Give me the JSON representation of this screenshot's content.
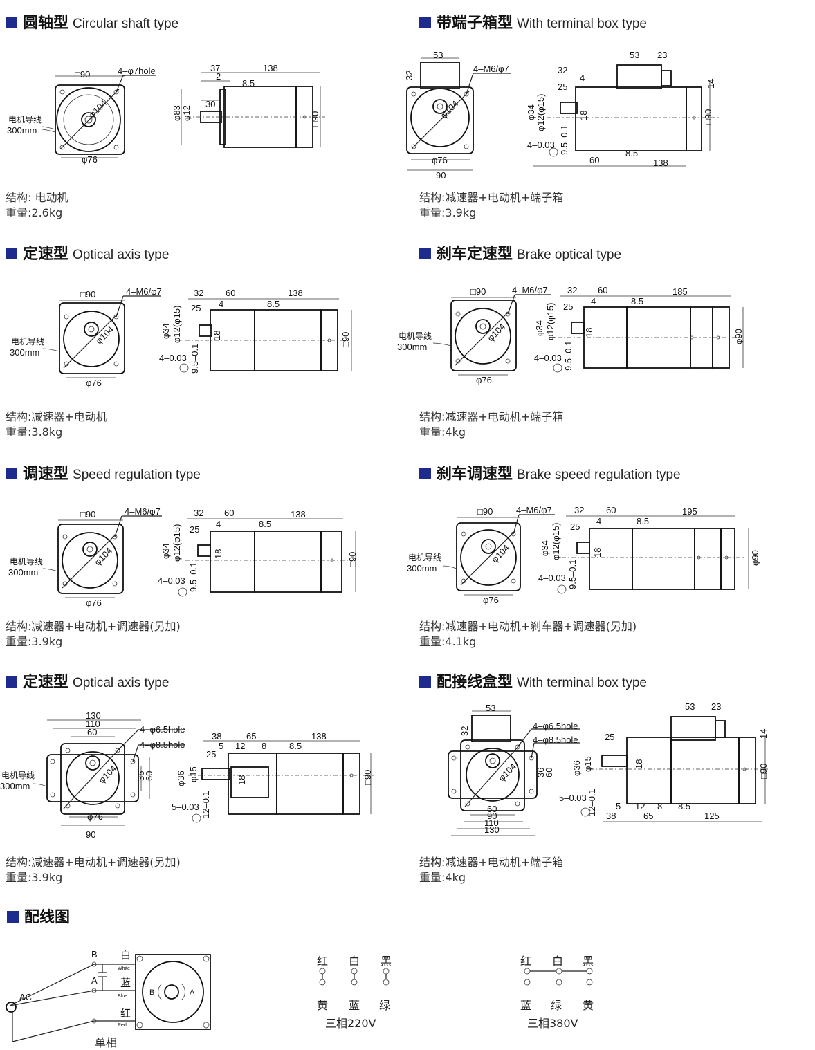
{
  "sections": [
    {
      "zh": "圆轴型",
      "en": "Circular shaft type",
      "structure": "结构: 电动机",
      "weight": "重量:2.6kg"
    },
    {
      "zh": "带端子箱型",
      "en": "With terminal box type",
      "structure": "结构:减速器+电动机+端子箱",
      "weight": "重量:3.9kg"
    },
    {
      "zh": "定速型",
      "en": "Optical axis type",
      "structure": "结构:减速器+电动机",
      "weight": "重量:3.8kg"
    },
    {
      "zh": "刹车定速型",
      "en": "Brake optical type",
      "structure": "结构:减速器+电动机+端子箱",
      "weight": "重量:4kg"
    },
    {
      "zh": "调速型",
      "en": "Speed regulation type",
      "structure": "结构:减速器+电动机+调速器(另加)",
      "weight": "重量:3.9kg"
    },
    {
      "zh": "刹车调速型",
      "en": "Brake speed regulation type",
      "structure": "结构:减速器+电动机+刹车器+调速器(另加)",
      "weight": "重量:4.1kg"
    },
    {
      "zh": "定速型",
      "en": "Optical axis type",
      "structure": "结构:减速器+电动机+调速器(另加)",
      "weight": "重量:3.9kg"
    },
    {
      "zh": "配接线盒型",
      "en": "With terminal box type",
      "structure": "结构:减速器+电动机+端子箱",
      "weight": "重量:4kg"
    }
  ],
  "drawings": {
    "d1": {
      "sq": "□90",
      "hole": "4–φ7hole",
      "dia": "φ104",
      "bottom": "φ76",
      "lead1": "电机导线",
      "lead2": "300mm",
      "side": [
        "37",
        "138",
        "2",
        "8.5",
        "30",
        "φ83",
        "φ12",
        "□90"
      ]
    },
    "d2": {
      "top": "53",
      "hole": "4–M6/φ7",
      "h": "32",
      "dia": "φ104",
      "bottom": "φ76",
      "width": "90",
      "side": [
        "53",
        "23",
        "32",
        "25",
        "4",
        "14",
        "φ34",
        "φ12(φ15)",
        "18",
        "4–0.03",
        "9.5–0.1",
        "60",
        "8.5",
        "138",
        "□90"
      ]
    },
    "d3": {
      "sq": "□90",
      "hole": "4–M6/φ7",
      "dia": "φ104",
      "bottom": "φ76",
      "lead1": "电机导线",
      "lead2": "300mm",
      "side": [
        "32",
        "60",
        "138",
        "25",
        "4",
        "8.5",
        "φ34",
        "φ12(φ15)",
        "18",
        "4–0.03",
        "9.5–0.1",
        "□90"
      ]
    },
    "d4": {
      "sq": "□90",
      "hole": "4–M6/φ7",
      "dia": "φ104",
      "bottom": "φ76",
      "lead1": "电机导线",
      "lead2": "300mm",
      "side": [
        "32",
        "60",
        "185",
        "25",
        "4",
        "8.5",
        "φ34",
        "φ12(φ15)",
        "18",
        "4–0.03",
        "9.5–0.1",
        "φ90"
      ]
    },
    "d5": {
      "sq": "□90",
      "hole": "4–M6/φ7",
      "dia": "φ104",
      "bottom": "φ76",
      "lead1": "电机导线",
      "lead2": "300mm",
      "side": [
        "32",
        "60",
        "138",
        "25",
        "4",
        "8.5",
        "φ34",
        "φ12(φ15)",
        "18",
        "4–0.03",
        "9.5–0.1",
        "□90"
      ]
    },
    "d6": {
      "sq": "□90",
      "hole": "4–M6/φ7",
      "dia": "φ104",
      "bottom": "φ76",
      "lead1": "电机导线",
      "lead2": "300mm",
      "side": [
        "32",
        "60",
        "195",
        "25",
        "4",
        "8.5",
        "φ34",
        "φ12(φ15)",
        "18",
        "4–0.03",
        "9.5–0.1",
        "φ90"
      ]
    },
    "d7": {
      "w1": "130",
      "w2": "110",
      "w3": "60",
      "hole1": "4–φ6.5hole",
      "hole2": "4–φ8.5hole",
      "dia": "φ104",
      "bottom": "φ76",
      "width": "90",
      "h1": "36",
      "h2": "60",
      "lead1": "电机导线",
      "lead2": "300mm",
      "side": [
        "38",
        "65",
        "138",
        "5",
        "12",
        "8",
        "8.5",
        "25",
        "φ36",
        "φ15",
        "18",
        "5–0.03",
        "12–0.1",
        "□90"
      ]
    },
    "d8": {
      "top": "53",
      "h": "32",
      "hole1": "4–φ6.5hole",
      "hole2": "4–φ8.5hole",
      "dia": "φ104",
      "h1": "36",
      "h2": "60",
      "b1": "60",
      "b2": "90",
      "b3": "110",
      "b4": "130",
      "side": [
        "53",
        "23",
        "14",
        "25",
        "φ36",
        "φ15",
        "18",
        "5–0.03",
        "12–0.1",
        "5",
        "12",
        "8",
        "8.5",
        "38",
        "65",
        "125",
        "□90"
      ]
    }
  },
  "wiring": {
    "title": "配线图",
    "single": {
      "label": "单相",
      "ac": "AC",
      "b": "B",
      "a": "A",
      "white_zh": "白",
      "white_en": "White",
      "blue_zh": "蓝",
      "blue_en": "Blue",
      "red_zh": "红",
      "red_en": "Red",
      "rotB": "B",
      "rotA": "A"
    },
    "three220": {
      "top": [
        "红",
        "白",
        "黑"
      ],
      "bottom": [
        "黄",
        "蓝",
        "绿"
      ],
      "label": "三相220V"
    },
    "three380": {
      "top": [
        "红",
        "白",
        "黑"
      ],
      "bottom": [
        "蓝",
        "绿",
        "黄"
      ],
      "label": "三相380V"
    }
  }
}
